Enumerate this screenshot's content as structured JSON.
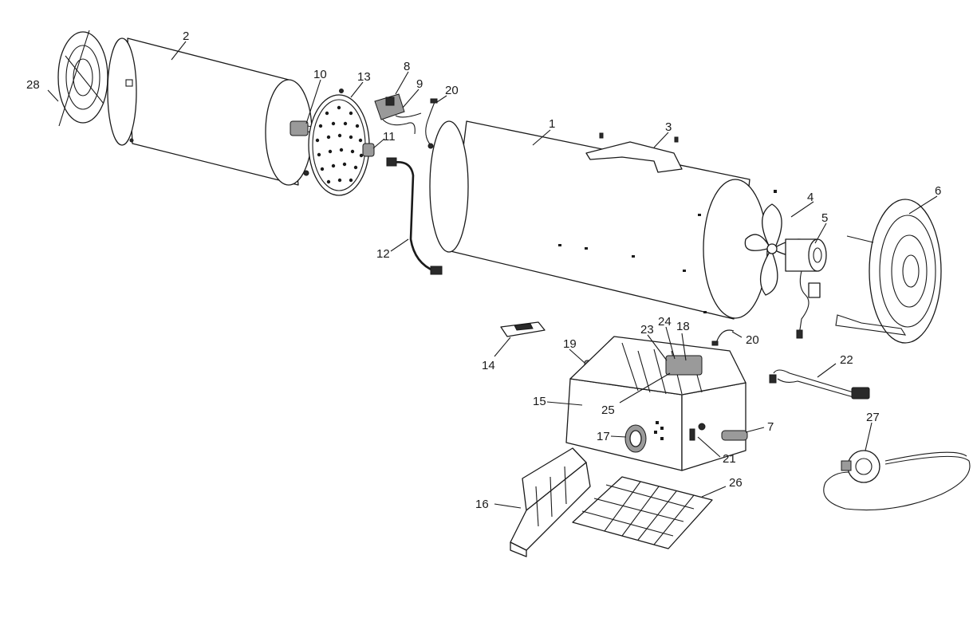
{
  "callouts": [
    {
      "id": "c1",
      "text": "1"
    },
    {
      "id": "c2",
      "text": "2"
    },
    {
      "id": "c3",
      "text": "3"
    },
    {
      "id": "c4",
      "text": "4"
    },
    {
      "id": "c5",
      "text": "5"
    },
    {
      "id": "c6",
      "text": "6"
    },
    {
      "id": "c7",
      "text": "7"
    },
    {
      "id": "c8",
      "text": "8"
    },
    {
      "id": "c9",
      "text": "9"
    },
    {
      "id": "c10",
      "text": "10"
    },
    {
      "id": "c11",
      "text": "11"
    },
    {
      "id": "c12",
      "text": "12"
    },
    {
      "id": "c13",
      "text": "13"
    },
    {
      "id": "c14",
      "text": "14"
    },
    {
      "id": "c15",
      "text": "15"
    },
    {
      "id": "c16",
      "text": "16"
    },
    {
      "id": "c17",
      "text": "17"
    },
    {
      "id": "c18",
      "text": "18"
    },
    {
      "id": "c19",
      "text": "19"
    },
    {
      "id": "c20a",
      "text": "20"
    },
    {
      "id": "c20b",
      "text": "20"
    },
    {
      "id": "c21",
      "text": "21"
    },
    {
      "id": "c22",
      "text": "22"
    },
    {
      "id": "c23",
      "text": "23"
    },
    {
      "id": "c24",
      "text": "24"
    },
    {
      "id": "c25",
      "text": "25"
    },
    {
      "id": "c26",
      "text": "26"
    },
    {
      "id": "c27",
      "text": "27"
    },
    {
      "id": "c28",
      "text": "28"
    }
  ]
}
